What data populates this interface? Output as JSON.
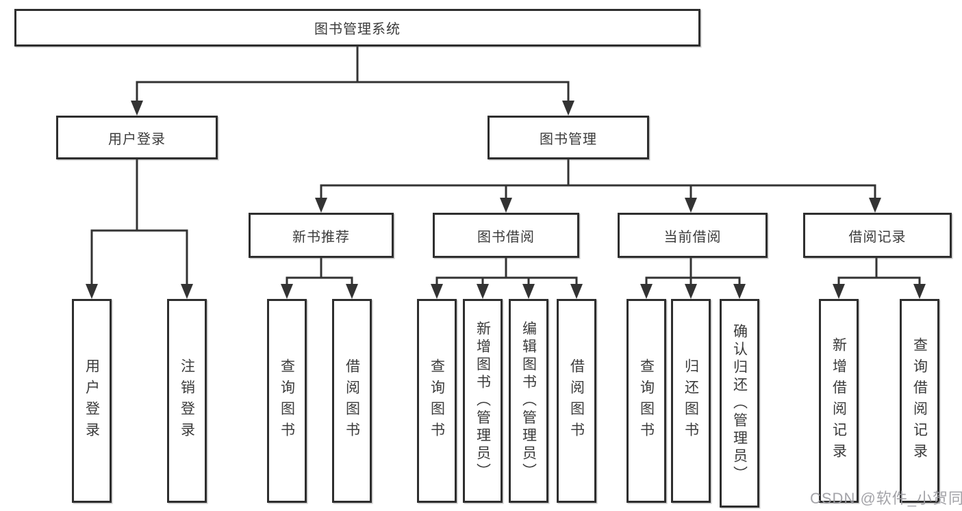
{
  "tree": {
    "label": "图书管理系统",
    "children": [
      {
        "label": "用户登录",
        "children": [
          {
            "label": "用户登录"
          },
          {
            "label": "注销登录"
          }
        ]
      },
      {
        "label": "图书管理",
        "children": [
          {
            "label": "新书推荐",
            "children": [
              {
                "label": "查询图书"
              },
              {
                "label": "借阅图书"
              }
            ]
          },
          {
            "label": "图书借阅",
            "children": [
              {
                "label": "查询图书"
              },
              {
                "label": "新增图书（管理员）"
              },
              {
                "label": "编辑图书（管理员）"
              },
              {
                "label": "借阅图书"
              }
            ]
          },
          {
            "label": "当前借阅",
            "children": [
              {
                "label": "查询图书"
              },
              {
                "label": "归还图书"
              },
              {
                "label": "确认归还（管理员）"
              }
            ]
          },
          {
            "label": "借阅记录",
            "children": [
              {
                "label": "新增借阅记录"
              },
              {
                "label": "查询借阅记录"
              }
            ]
          }
        ]
      }
    ]
  },
  "watermark": {
    "text": "CSDN @软件_小贺同学"
  },
  "colors": {
    "line": "#333333",
    "box_border": "#2e2e2e",
    "text": "#3b3b3b",
    "watermark": "#9c9ca1",
    "background": "#ffffff"
  }
}
